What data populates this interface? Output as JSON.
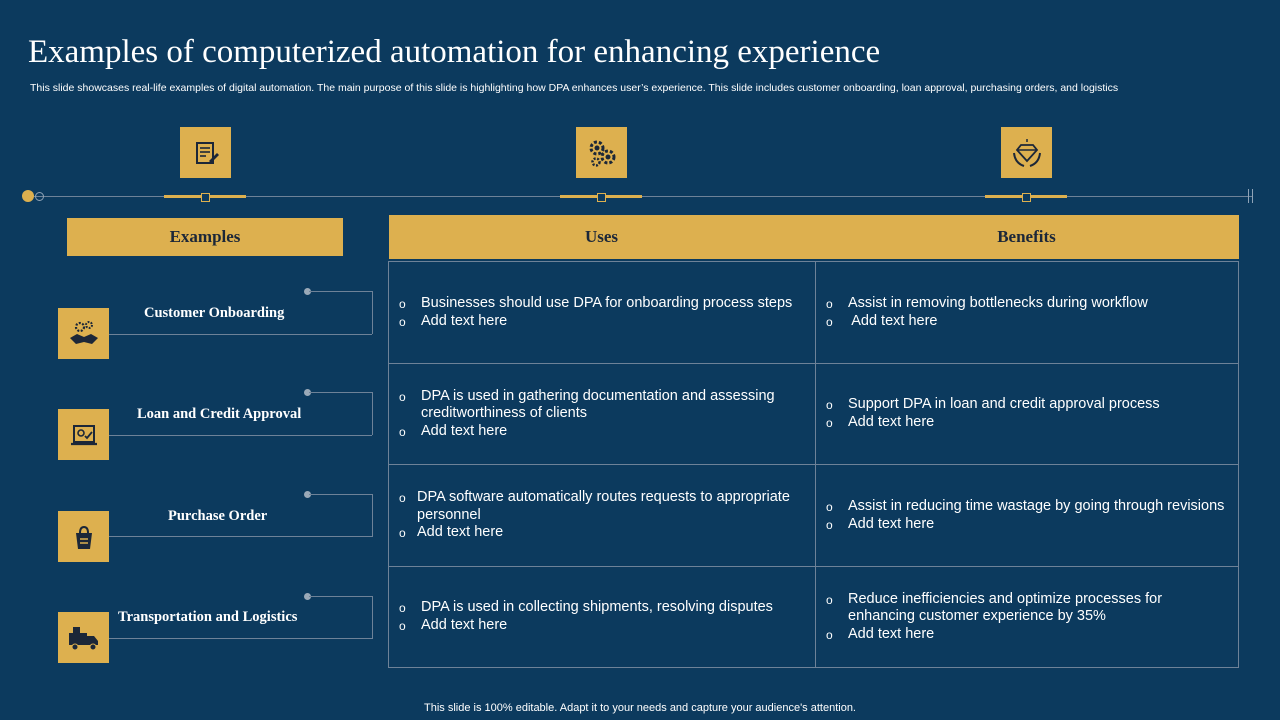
{
  "title": "Examples of computerized automation for enhancing experience",
  "subtitle": "This slide showcases real-life examples of digital automation. The main purpose of this slide is highlighting how DPA enhances user’s experience. This slide includes customer onboarding, loan approval, purchasing orders, and logistics",
  "headers": {
    "examples": "Examples",
    "uses": "Uses",
    "benefits": "Benefits"
  },
  "top_icons": [
    "checklist-icon",
    "gears-icon",
    "diamond-in-hands-icon"
  ],
  "bullet_symbol": "o",
  "rows": [
    {
      "example": "Customer Onboarding",
      "icon": "handshake-gears-icon",
      "uses": [
        "Businesses should use  DPA for onboarding process steps",
        "Add text here"
      ],
      "benefits": [
        "Assist in removing bottlenecks during workflow",
        " Add text here"
      ]
    },
    {
      "example": "Loan and Credit Approval",
      "icon": "loan-approval-icon",
      "uses": [
        "DPA is used in gathering documentation and assessing creditworthiness of clients",
        "Add text here"
      ],
      "benefits": [
        "Support DPA in loan and credit approval process",
        "Add text here"
      ]
    },
    {
      "example": "Purchase Order",
      "icon": "shopping-bag-icon",
      "uses": [
        "DPA software automatically routes requests to appropriate personnel",
        "Add text here"
      ],
      "benefits": [
        "Assist in reducing time wastage by going through revisions",
        "Add text here"
      ]
    },
    {
      "example": "Transportation and  Logistics",
      "icon": "delivery-truck-icon",
      "uses": [
        "DPA is used in collecting shipments, resolving disputes",
        "Add text here"
      ],
      "benefits": [
        "Reduce inefficiencies and optimize processes for enhancing customer experience by 35%",
        "Add text here"
      ]
    }
  ],
  "footer": "This slide is 100% editable. Adapt it to your needs and capture your audience's attention.",
  "colors": {
    "background": "#0c3a5e",
    "accent": "#ddb04f",
    "header_text": "#1c2738",
    "lines": "#6e8298"
  }
}
